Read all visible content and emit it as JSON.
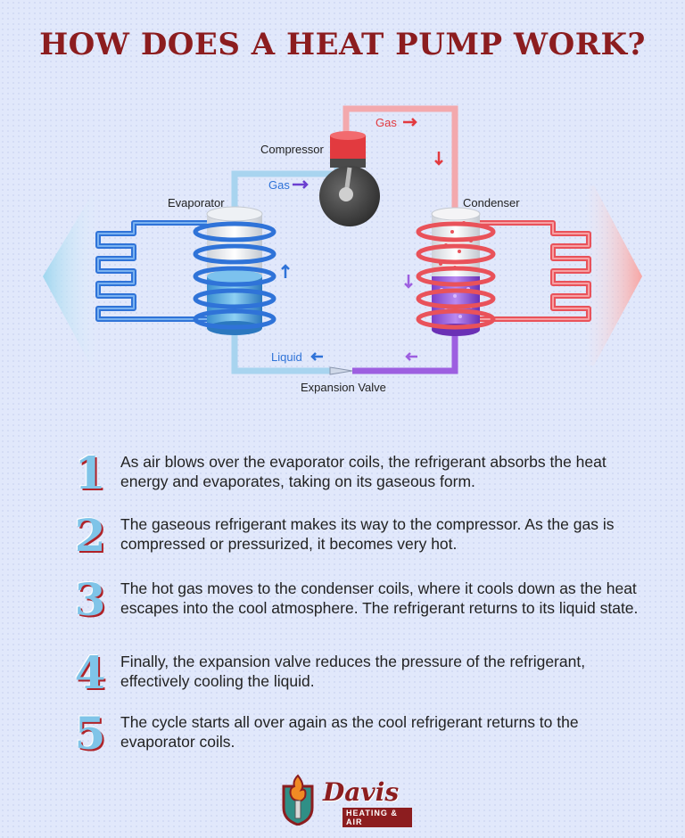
{
  "title": "HOW DOES A HEAT PUMP WORK?",
  "diagram": {
    "labels": {
      "compressor": "Compressor",
      "evaporator": "Evaporator",
      "condenser": "Condenser",
      "gas_top": "Gas",
      "gas_left": "Gas",
      "liquid": "Liquid",
      "expansion_valve": "Expansion Valve"
    },
    "colors": {
      "cold": "#2f73d8",
      "hot": "#e9525a",
      "liquid_pipe": "#a8d4ef",
      "mixed_pipe": "#9d5fe0"
    }
  },
  "steps": [
    {
      "number": "1",
      "text": "As air blows over the evaporator coils, the refrigerant absorbs the heat energy and evaporates, taking on its gaseous form."
    },
    {
      "number": "2",
      "text": "The gaseous refrigerant makes its way to the compressor. As the gas is compressed or pressurized, it becomes very hot."
    },
    {
      "number": "3",
      "text": "The hot gas moves to the condenser coils, where it cools down as the heat escapes into the cool atmosphere. The refrigerant returns to its liquid state."
    },
    {
      "number": "4",
      "text": "Finally, the expansion valve reduces the pressure of the refrigerant, effectively cooling the liquid."
    },
    {
      "number": "5",
      "text": "The cycle starts all over again as the cool refrigerant returns to the evaporator coils."
    }
  ],
  "logo": {
    "name": "Davis",
    "tagline": "HEATING & AIR"
  }
}
